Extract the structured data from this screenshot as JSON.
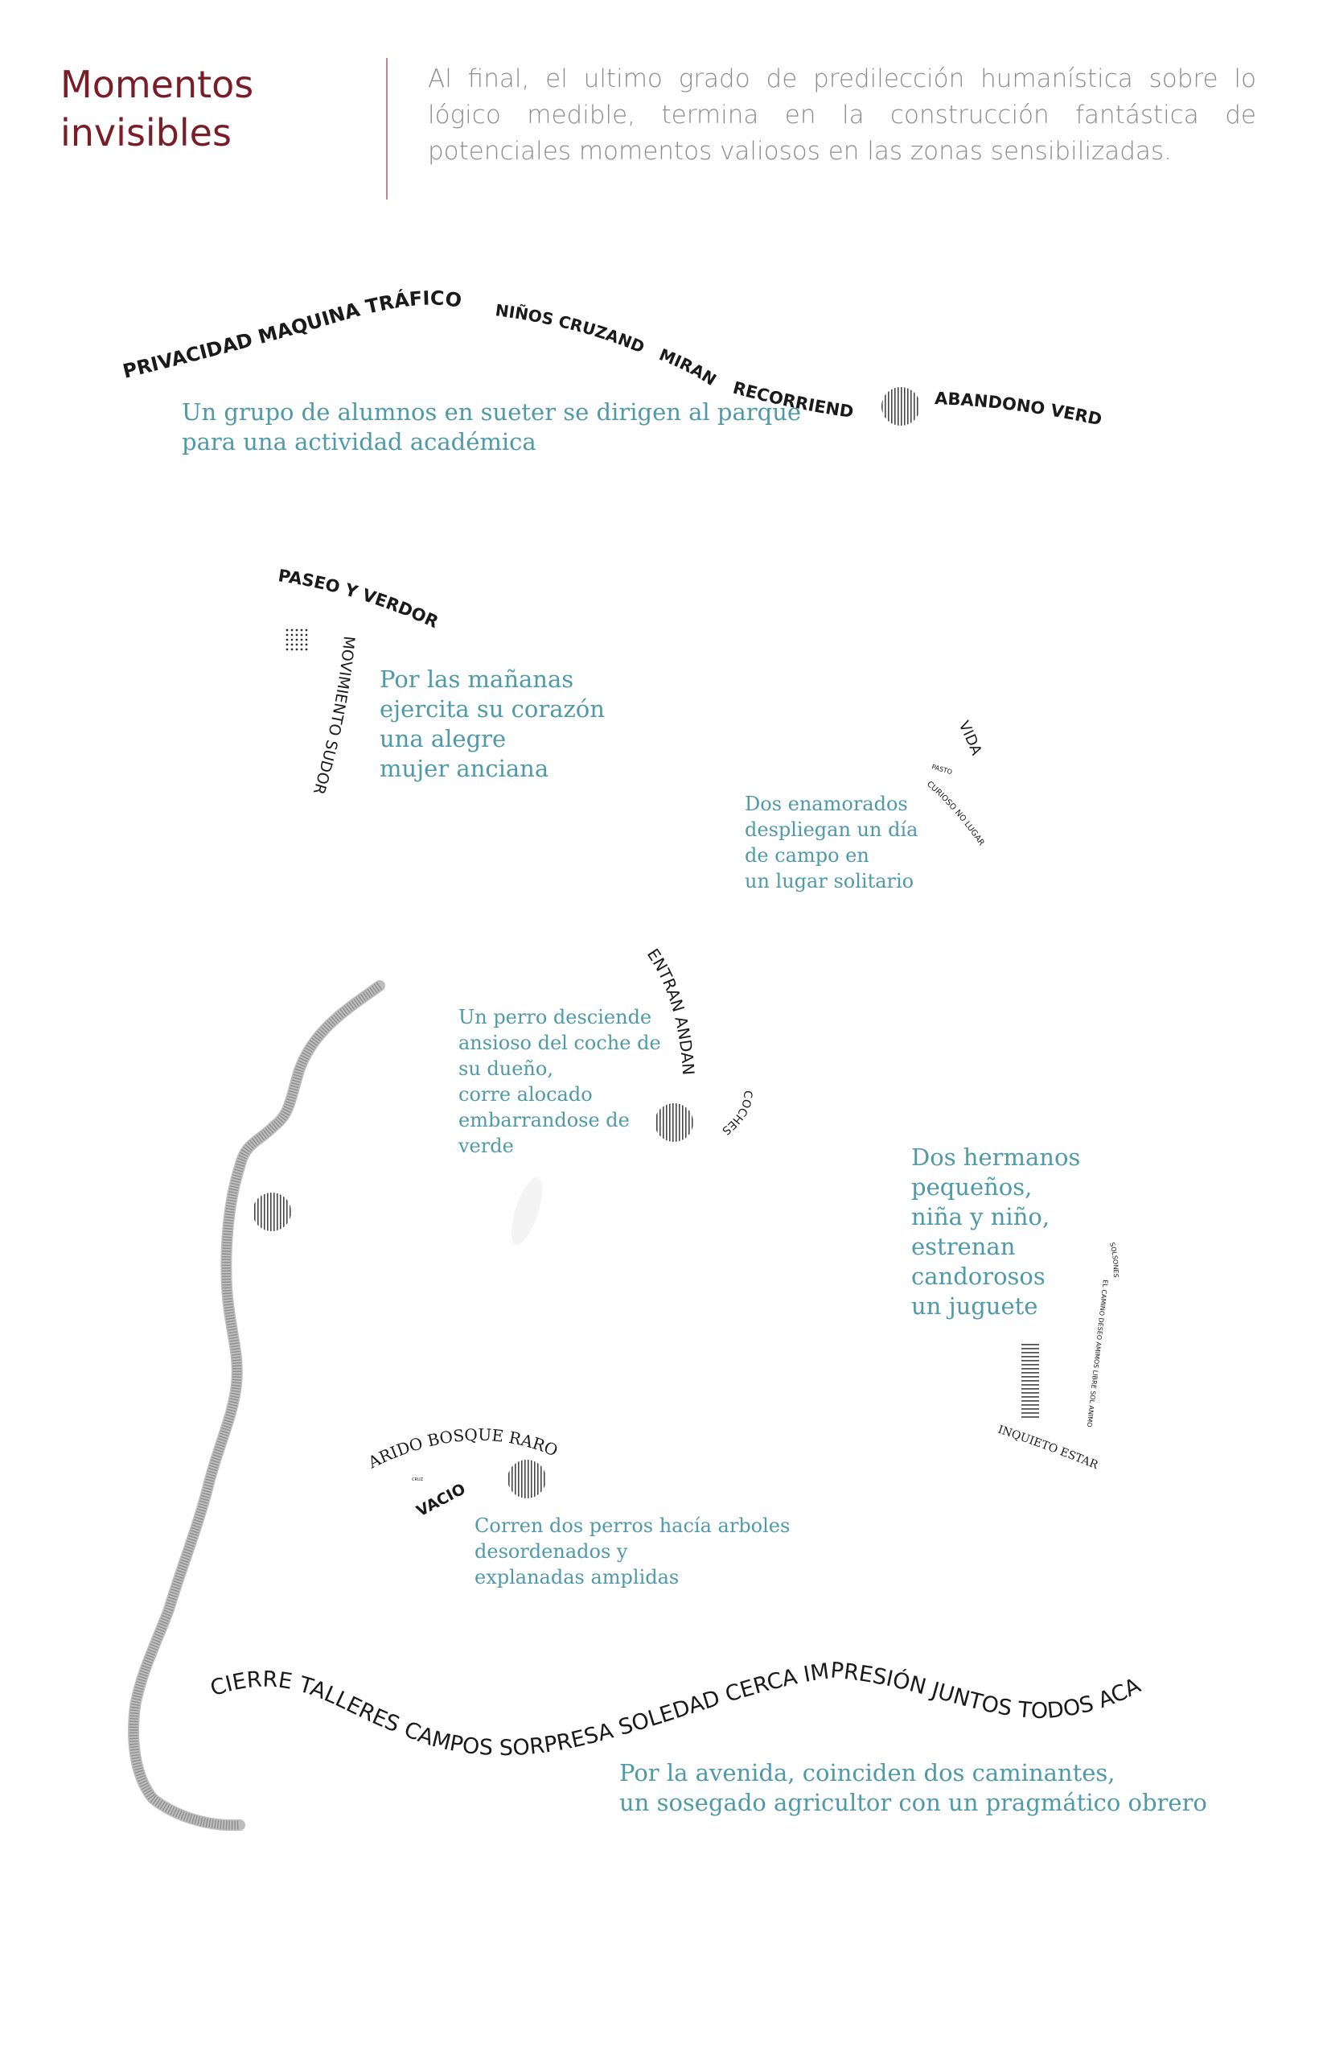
{
  "header": {
    "title": "Momentos\ninvisibles",
    "intro": "Al final, el ultimo grado de predilección humanística sobre lo lógico medible, termina en la construcción fantástica de potenciales momentos valiosos en las zonas sensibilizadas."
  },
  "stories": [
    "Un grupo de alumnos en sueter se dirigen al parque\npara una actividad académica",
    "Por las mañanas\nejercita su corazón\nuna alegre\nmujer anciana",
    "Dos enamorados\ndespliegan un día\nde campo en\nun lugar solitario",
    "Un perro desciende\nansioso del coche de\nsu dueño,\ncorre alocado\nembarrandose de\nverde",
    "Dos hermanos\npequeños,\nniña y niño,\nestrenan\ncandorosos\nun juguete",
    "Corren dos perros hacía arboles\ndesordenados y\nexplanadas amplidas",
    "Por la avenida, coinciden dos caminantes,\nun sosegado agricultor con un pragmático obrero"
  ],
  "words": {
    "top_path": "PRIVACIDAD   MAQUINA TRÁFICO",
    "ninos": "NIÑOS CRUZANDO",
    "miran": "MIRAN",
    "recorriendo": "RECORRIENDO",
    "abandono": "ABANDONO VERDE",
    "paseo": "PASEO Y VERDOR",
    "movimiento": "MOVIMIENTO SUDOR",
    "vida": "VIDA",
    "pasto": "PASTO",
    "curioso": "CURIOSO NO LUGAR",
    "entran": "ENTRAN ANDAN",
    "coches": "COCHES",
    "solsones": "SOLSONES",
    "el_camino": "EL CAMINO DESEO AMIMOS LIBRE SOL ANIMO",
    "inquieto": "INQUIETO ESTAR",
    "arido": "ARIDO BOSQUE RARO",
    "vacio": "VACIO",
    "cruz": "CRUZ",
    "bottom_path": "CIERRE    TALLERES  CAMPOS SORPRESA SOLEDAD   CERCA     IMPRESIÓN JUNTOS TODOS   ACA"
  }
}
